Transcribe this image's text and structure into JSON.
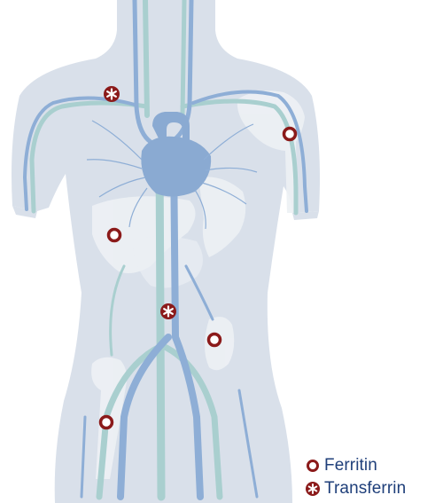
{
  "colors": {
    "body": "#d9e0ea",
    "vein": "#8eaed6",
    "artery": "#a9cfcf",
    "organ": "#edf1f5",
    "heart": "#8aaad2",
    "marker": "#8b1a1a",
    "legend_text": "#1f3f7a"
  },
  "legend": [
    {
      "icon": "ferritin-ring-icon",
      "label": "Ferritin"
    },
    {
      "icon": "transferrin-asterisk-icon",
      "label": "Transferrin"
    }
  ],
  "markers": [
    {
      "kind": "transferrin",
      "location": "blood-neck"
    },
    {
      "kind": "ferritin",
      "location": "bone-marrow-shoulder"
    },
    {
      "kind": "ferritin",
      "location": "liver"
    },
    {
      "kind": "transferrin",
      "location": "blood-abdomen"
    },
    {
      "kind": "ferritin",
      "location": "spleen"
    },
    {
      "kind": "ferritin",
      "location": "bone-marrow-hip"
    }
  ]
}
